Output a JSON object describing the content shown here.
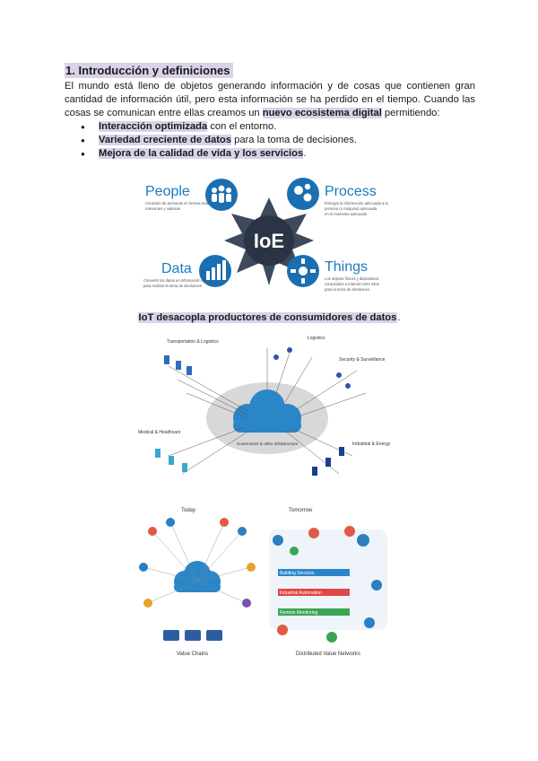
{
  "section": {
    "title": "1. Introducción y definiciones",
    "paragraph_pre": "El mundo está lleno de objetos generando información y de cosas que contienen gran cantidad de información útil, pero esta información se ha perdido en el tiempo. Cuando las cosas se comunican entre ellas creamos un ",
    "paragraph_highlight": "nuevo ecosistema digital",
    "paragraph_post": " permitiendo:"
  },
  "bullets": [
    {
      "highlight": "Interacción optimizada",
      "rest": " con el entorno."
    },
    {
      "highlight": "Variedad creciente de datos",
      "rest": " para la toma de decisiones."
    },
    {
      "highlight": "Mejora de la calidad de vida y los servicios",
      "rest": "."
    }
  ],
  "ioe_figure": {
    "center": "IoE",
    "people": {
      "label": "People",
      "desc": "Conexión de personas en formas más relevantes y valiosas"
    },
    "process": {
      "label": "Process",
      "desc": "Entregar la información adecuada a la persona (o máquina) adecuada en el momento adecuado"
    },
    "data": {
      "label": "Data",
      "desc": "Convertir los datos en información útil para realizar la toma de decisiones"
    },
    "things": {
      "label": "Things",
      "desc": "Los objetos físicos y dispositivos conectados a Internet entre ellos para la toma de decisiones"
    }
  },
  "caption": {
    "highlight": "IoT desacopla productores de consumidores de datos",
    "rest": "."
  },
  "cloud_figure": {
    "transport": "Transportation & Logistics",
    "logistics": "Logistics",
    "security": "Security & Surveillance",
    "medical": "Medical & Healthcare",
    "industrial": "Industrial & Energy",
    "center": "Government & other Infrastructure"
  },
  "today_tomorrow": {
    "today": "Today",
    "tomorrow": "Tomorrow",
    "value_chains": "Value Chains",
    "networks": "Distributed Value Networks",
    "bar1": "Building Services",
    "bar2": "Industrial Automation",
    "bar3": "Remote Monitoring"
  },
  "colors": {
    "highlight": "#d9d2ea",
    "ioe_blue": "#1b7bbf",
    "dark_blue": "#0f3d66"
  }
}
